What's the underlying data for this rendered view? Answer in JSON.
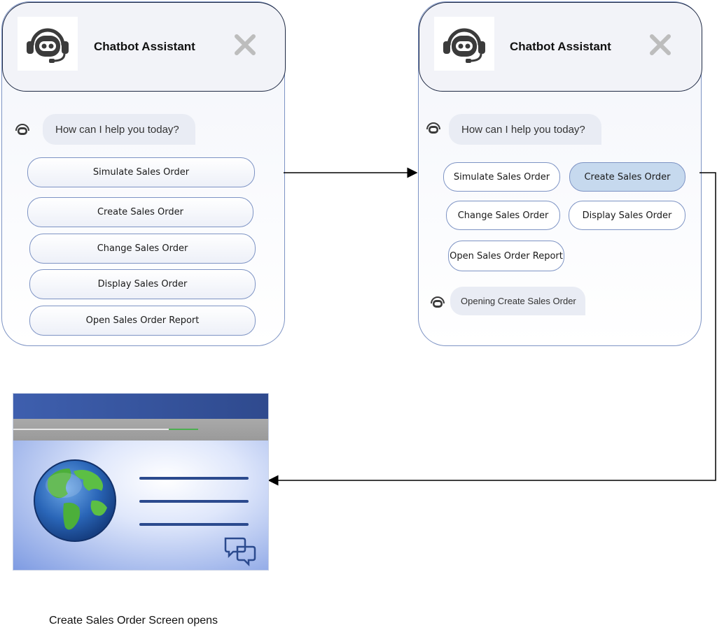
{
  "left_chat": {
    "title": "Chatbot Assistant",
    "greeting": "How can I help you today?",
    "options": [
      "Simulate Sales Order",
      "Create Sales Order",
      "Change Sales Order",
      "Display Sales Order",
      "Open Sales Order Report"
    ]
  },
  "right_chat": {
    "title": "Chatbot Assistant",
    "greeting": "How can I help you today?",
    "options": [
      "Simulate Sales Order",
      "Create Sales Order",
      "Change Sales Order",
      "Display Sales Order",
      "Open Sales Order Report"
    ],
    "selected_option": "Create Sales Order",
    "reply": "Opening Create Sales Order"
  },
  "caption": "Create Sales Order Screen opens",
  "colors": {
    "selected_button": "#c6d9ee",
    "window_border": "#7d93c4",
    "screen_titlebar": "#3e5fae"
  },
  "icons": [
    "headset-bot-icon",
    "close-icon",
    "globe-icon",
    "chat-bubbles-icon"
  ]
}
